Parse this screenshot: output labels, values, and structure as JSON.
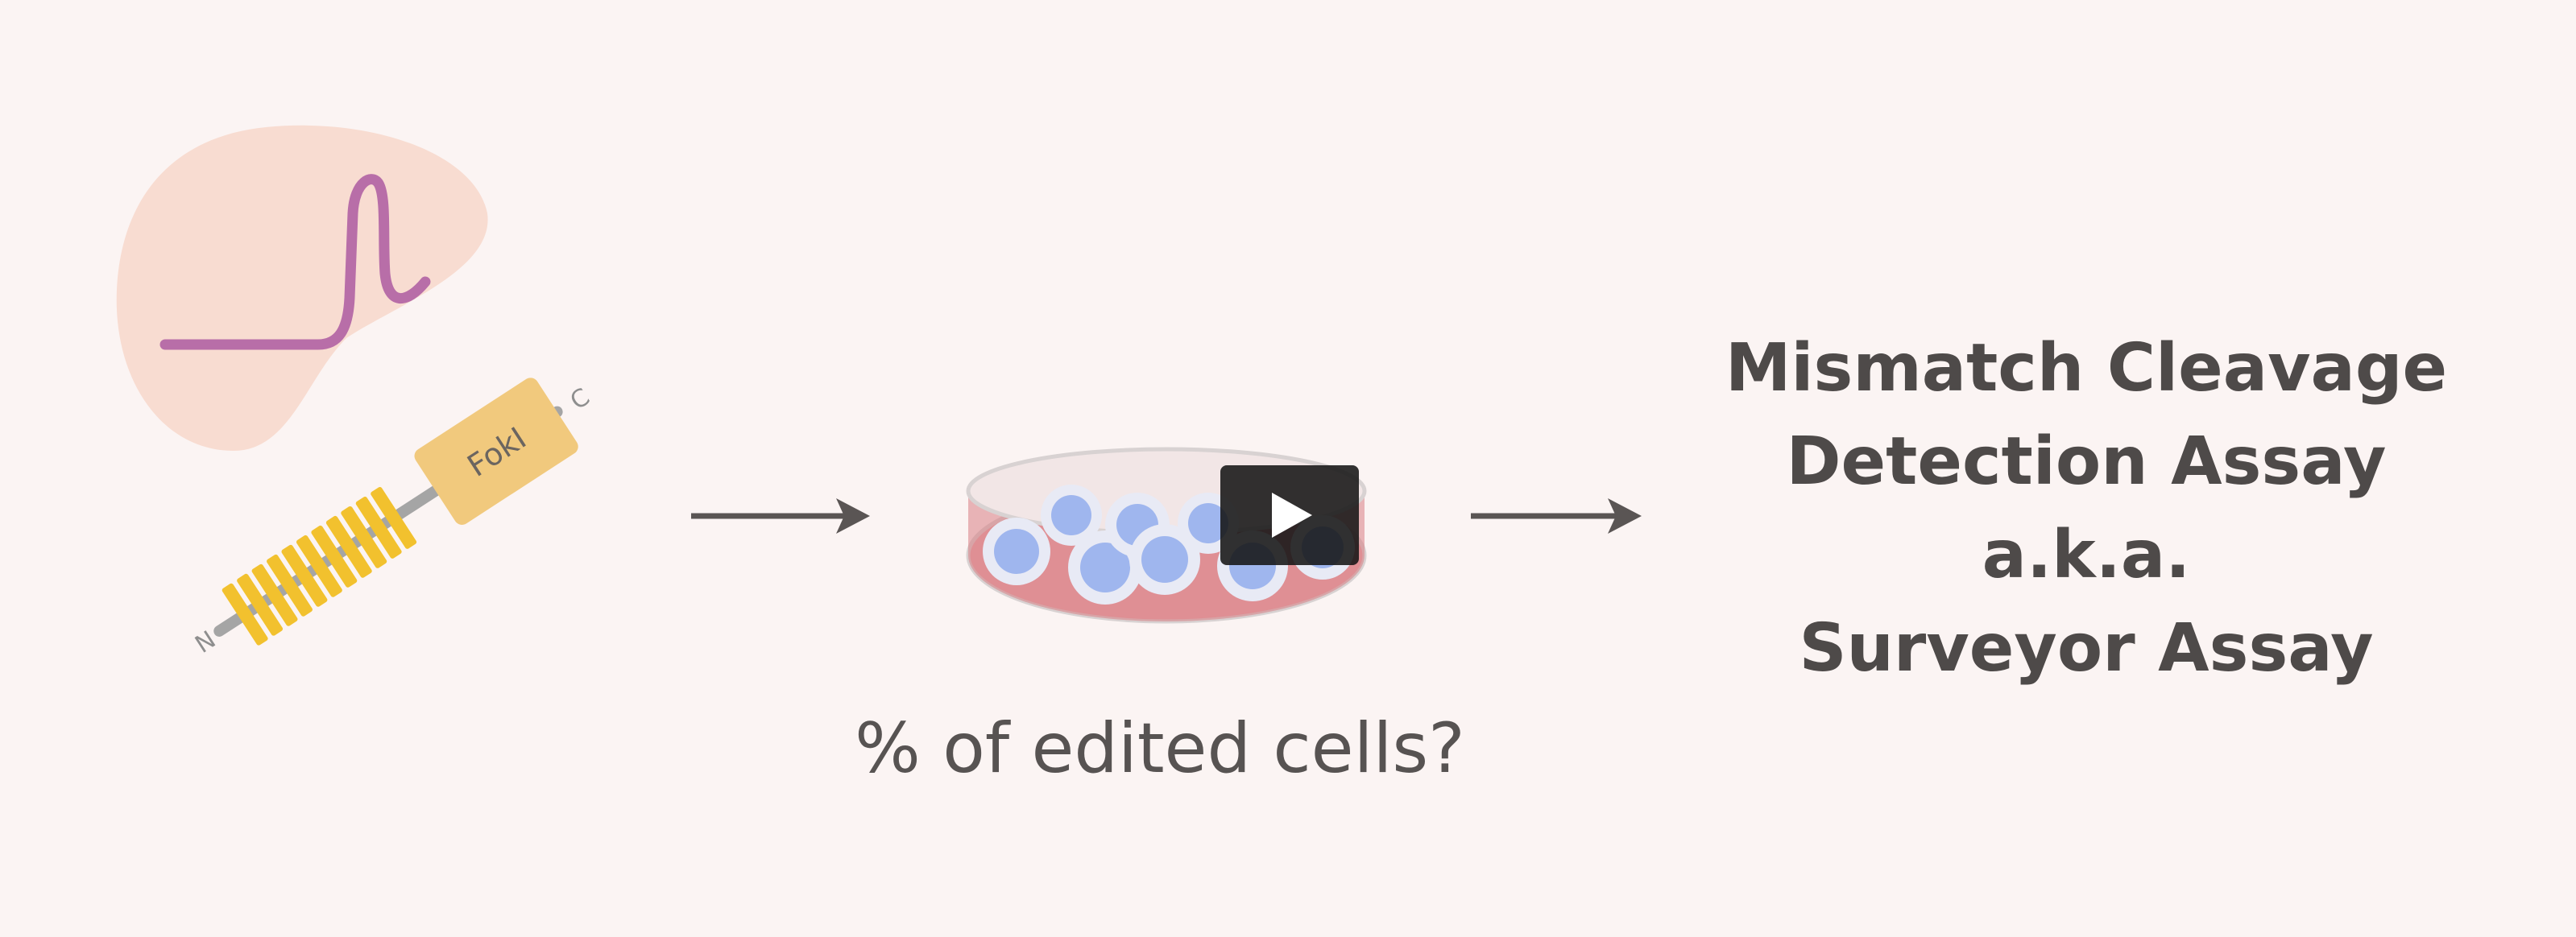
{
  "video": {
    "right_heading": {
      "line1": "Mismatch Cleavage",
      "line2": "Detection Assay",
      "line3": "a.k.a.",
      "line4": "Surveyor Assay"
    },
    "caption": "% of edited cells?",
    "protein_labels": {
      "domain": "FokI",
      "n_terminus": "N",
      "c_terminus": "C"
    },
    "icons": {
      "play": "play-icon",
      "arrows": "right-arrow-icon",
      "dish": "petri-dish-icon"
    },
    "colors": {
      "background": "#fbf4f3",
      "blob": "#f8dcd1",
      "dna": "#b86ea8",
      "repeat": "#f2c12e",
      "foki": "#f1c97d",
      "text": "#4e4a49"
    }
  }
}
